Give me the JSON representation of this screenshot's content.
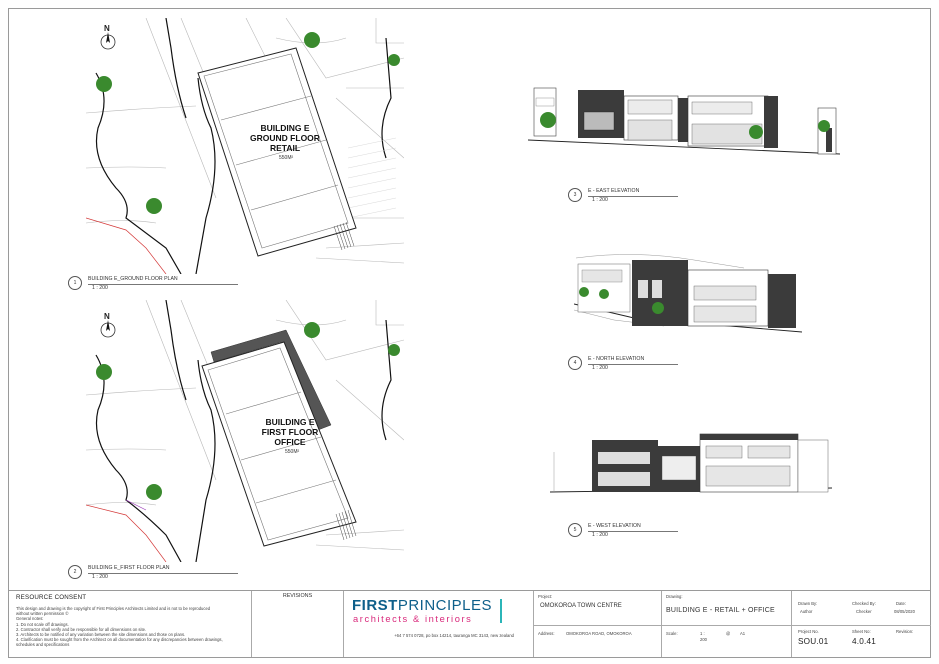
{
  "plans": [
    {
      "building_lines": [
        "BUILDING E",
        "GROUND FLOOR",
        "RETAIL"
      ],
      "area": "550M²",
      "view_number": "1",
      "view_title": "BUILDING E_GROUND FLOOR PLAN",
      "scale": "1 : 200"
    },
    {
      "building_lines": [
        "BUILDING E",
        "FIRST FLOOR",
        "OFFICE"
      ],
      "area": "550M²",
      "view_number": "2",
      "view_title": "BUILDING E_FIRST FLOOR PLAN",
      "scale": "1 : 200"
    }
  ],
  "north_label": "N",
  "elevations": [
    {
      "view_number": "3",
      "view_title": "E - EAST ELEVATION",
      "scale": "1 : 200"
    },
    {
      "view_number": "4",
      "view_title": "E - NORTH ELEVATION",
      "scale": "1 : 200"
    },
    {
      "view_number": "5",
      "view_title": "E - WEST ELEVATION",
      "scale": "1 : 200"
    }
  ],
  "title_block": {
    "resource_consent_title": "RESOURCE CONSENT",
    "copyright_text": "This design and drawing is the copyright of First Principles Architects Limited and is not to be reproduced without written permission ©",
    "general_notes_title": "General notes:",
    "notes": [
      "1. Do not scale off drawings.",
      "2. Contractor shall verify and be responsible for all dimensions on site.",
      "3. Architects to be notified of any variation between the site dimensions and those on plans.",
      "4. Clarification must be sought from the Architect on all documentation for any discrepancies between drawings, schedules and specifications"
    ],
    "revisions_title": "REVISIONS",
    "logo_first": "FIRST",
    "logo_principles": "PRINCIPLES",
    "logo_sub": "architects & interiors",
    "contact": "+64 7 574 0728, po box 14214, tauranga MC 3143, new zealand",
    "project_label": "Project:",
    "project_value": "OMOKOROA TOWN CENTRE",
    "address_label": "Address:",
    "address_value": "OMOKOROA ROAD, OMOKOROA",
    "drawing_label": "Drawing:",
    "drawing_value": "BUILDING E - RETAIL + OFFICE",
    "scale_label": "Scale:",
    "scale_value_1": "1 :",
    "scale_value_2": "200",
    "at_label": "@",
    "paper_value": "A1",
    "drawn_by_label": "Drawn By:",
    "drawn_by_value": "Author",
    "checked_by_label": "Checked By:",
    "checked_by_value": "Checker",
    "date_label": "Date:",
    "date_value": "08/05/2020",
    "project_no_label": "Project No.",
    "project_no_value": "SOU.01",
    "sheet_no_label": "Sheet No:",
    "sheet_no_value": "4.0.41",
    "revision_label": "Revision:",
    "revision_value": ""
  },
  "colors": {
    "logo_blue": "#0e5f8a",
    "logo_pink": "#d9287b",
    "logo_teal": "#2bb5b8",
    "tree_green": "#3a8a2e",
    "boundary_red": "#d43a3a",
    "dark_cladding": "#3b3b3b"
  }
}
